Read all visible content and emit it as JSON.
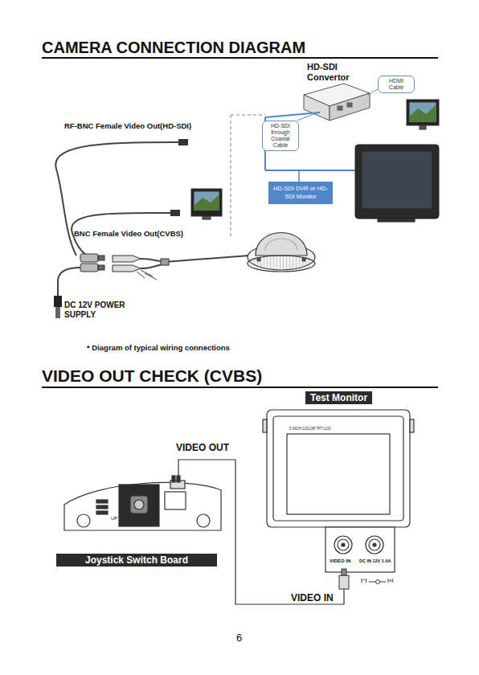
{
  "diagram": {
    "title": "CAMERA CONNECTION DIAGRAM",
    "nodes": [
      {
        "text": [
          "HDMI Cable"
        ]
      },
      {
        "text": [
          "HD-SDI through Coaxial Cable"
        ]
      },
      {
        "text": [
          "HD-SDI DVR or HD-SDI Monitor"
        ]
      },
      {
        "text": [
          "Test Monitor"
        ]
      },
      {
        "text": [
          "Joystick Switch Board"
        ]
      }
    ],
    "labels": [
      "HD-SDI Convertor",
      "RF-BNC Female Video Out(HD-SDI)",
      "BNC Female Video Out(CVBS)",
      "DC 12V POWER SUPPLY",
      "* Diagram of typical wiring connections",
      "VIDEO OUT CHECK (CVBS)",
      "5 INCH COLOR TFT LCD",
      "VIDEO OUT",
      "VIDEO IN",
      "DC IN 12V 1.0A",
      "(−)",
      "(+)",
      "VIDEO IN",
      "UP",
      "6"
    ]
  }
}
